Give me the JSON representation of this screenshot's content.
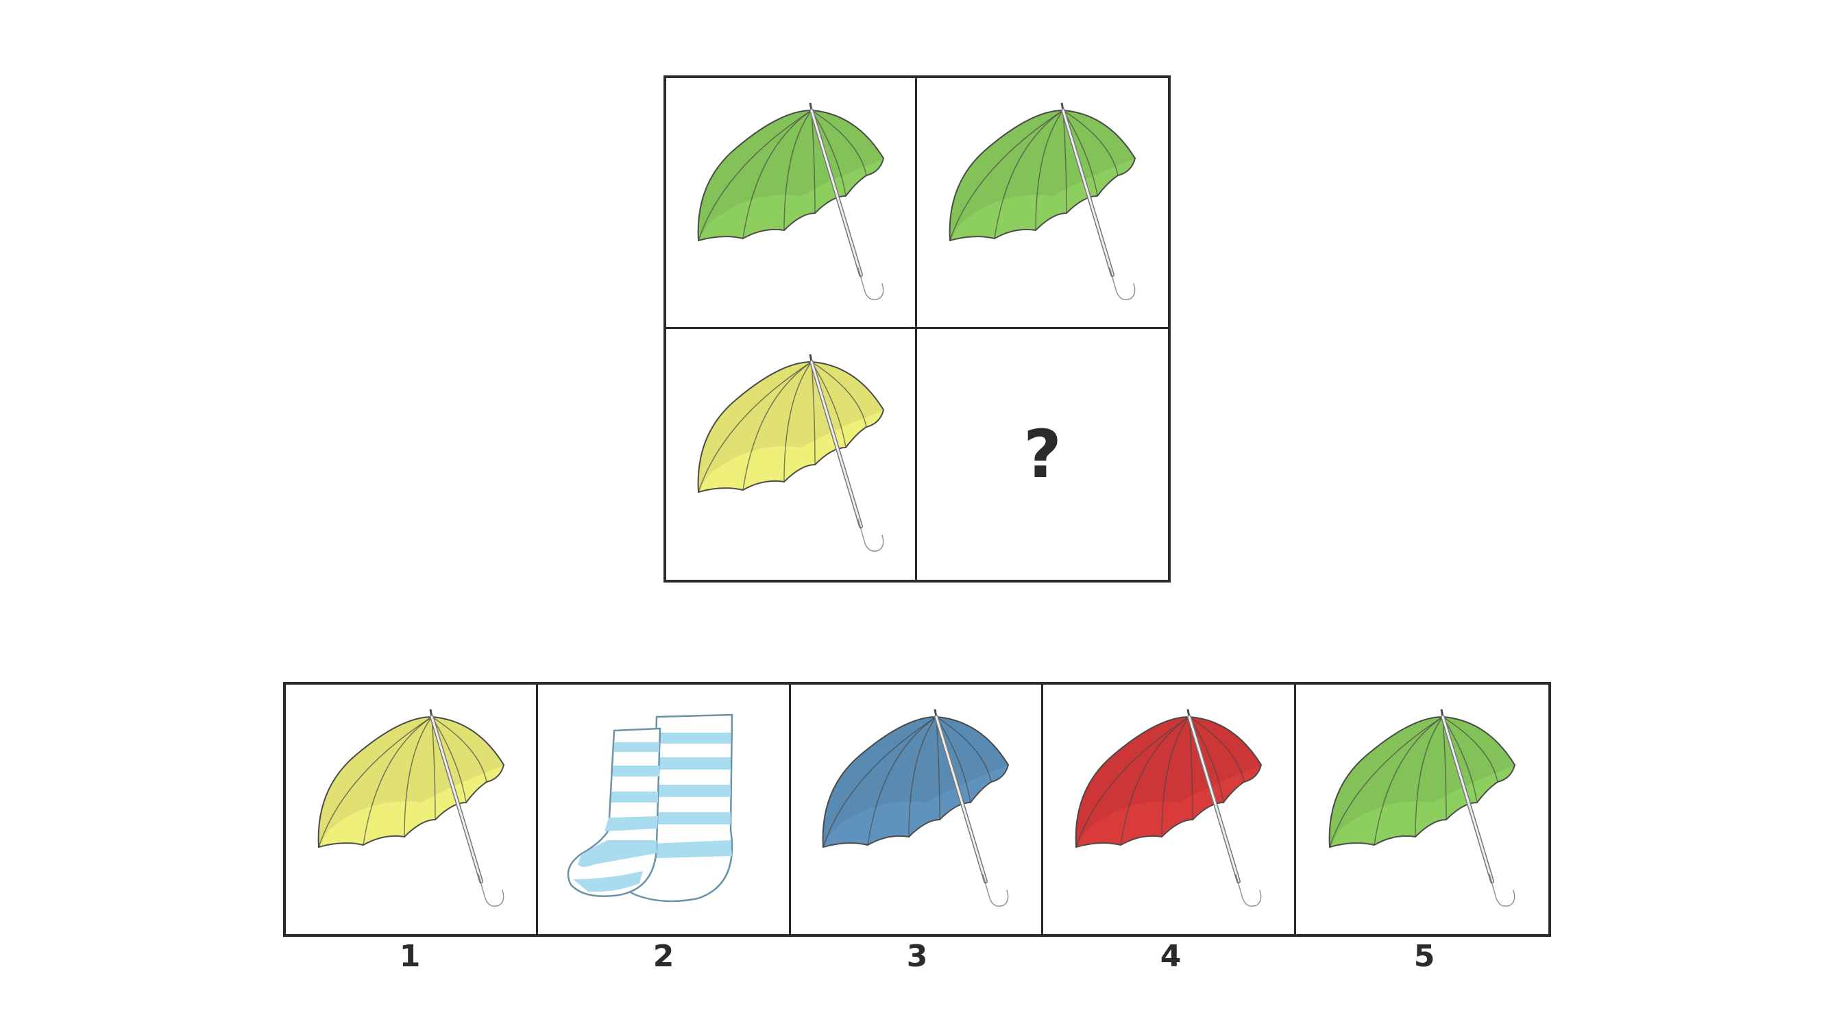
{
  "puzzle": {
    "grid": [
      {
        "type": "umbrella",
        "color": "#8ccf5e",
        "handle": "#a7dc82"
      },
      {
        "type": "umbrella",
        "color": "#8ccf5e",
        "handle": "#a7dc82"
      },
      {
        "type": "umbrella",
        "color": "#eef07a",
        "handle": "#e6f09a"
      },
      {
        "type": "question",
        "text": "?"
      }
    ],
    "options": [
      {
        "label": "1",
        "type": "umbrella",
        "color": "#eef07a",
        "handle": "#e6f09a"
      },
      {
        "label": "2",
        "type": "socks",
        "color": "#a9dcef"
      },
      {
        "label": "3",
        "type": "umbrella",
        "color": "#5f93bd",
        "handle": "#6aa0c8"
      },
      {
        "label": "4",
        "type": "umbrella",
        "color": "#d93a3a",
        "handle": "#d94a4a"
      },
      {
        "label": "5",
        "type": "umbrella",
        "color": "#8ccf5e",
        "handle": "#a7dc82"
      }
    ]
  }
}
